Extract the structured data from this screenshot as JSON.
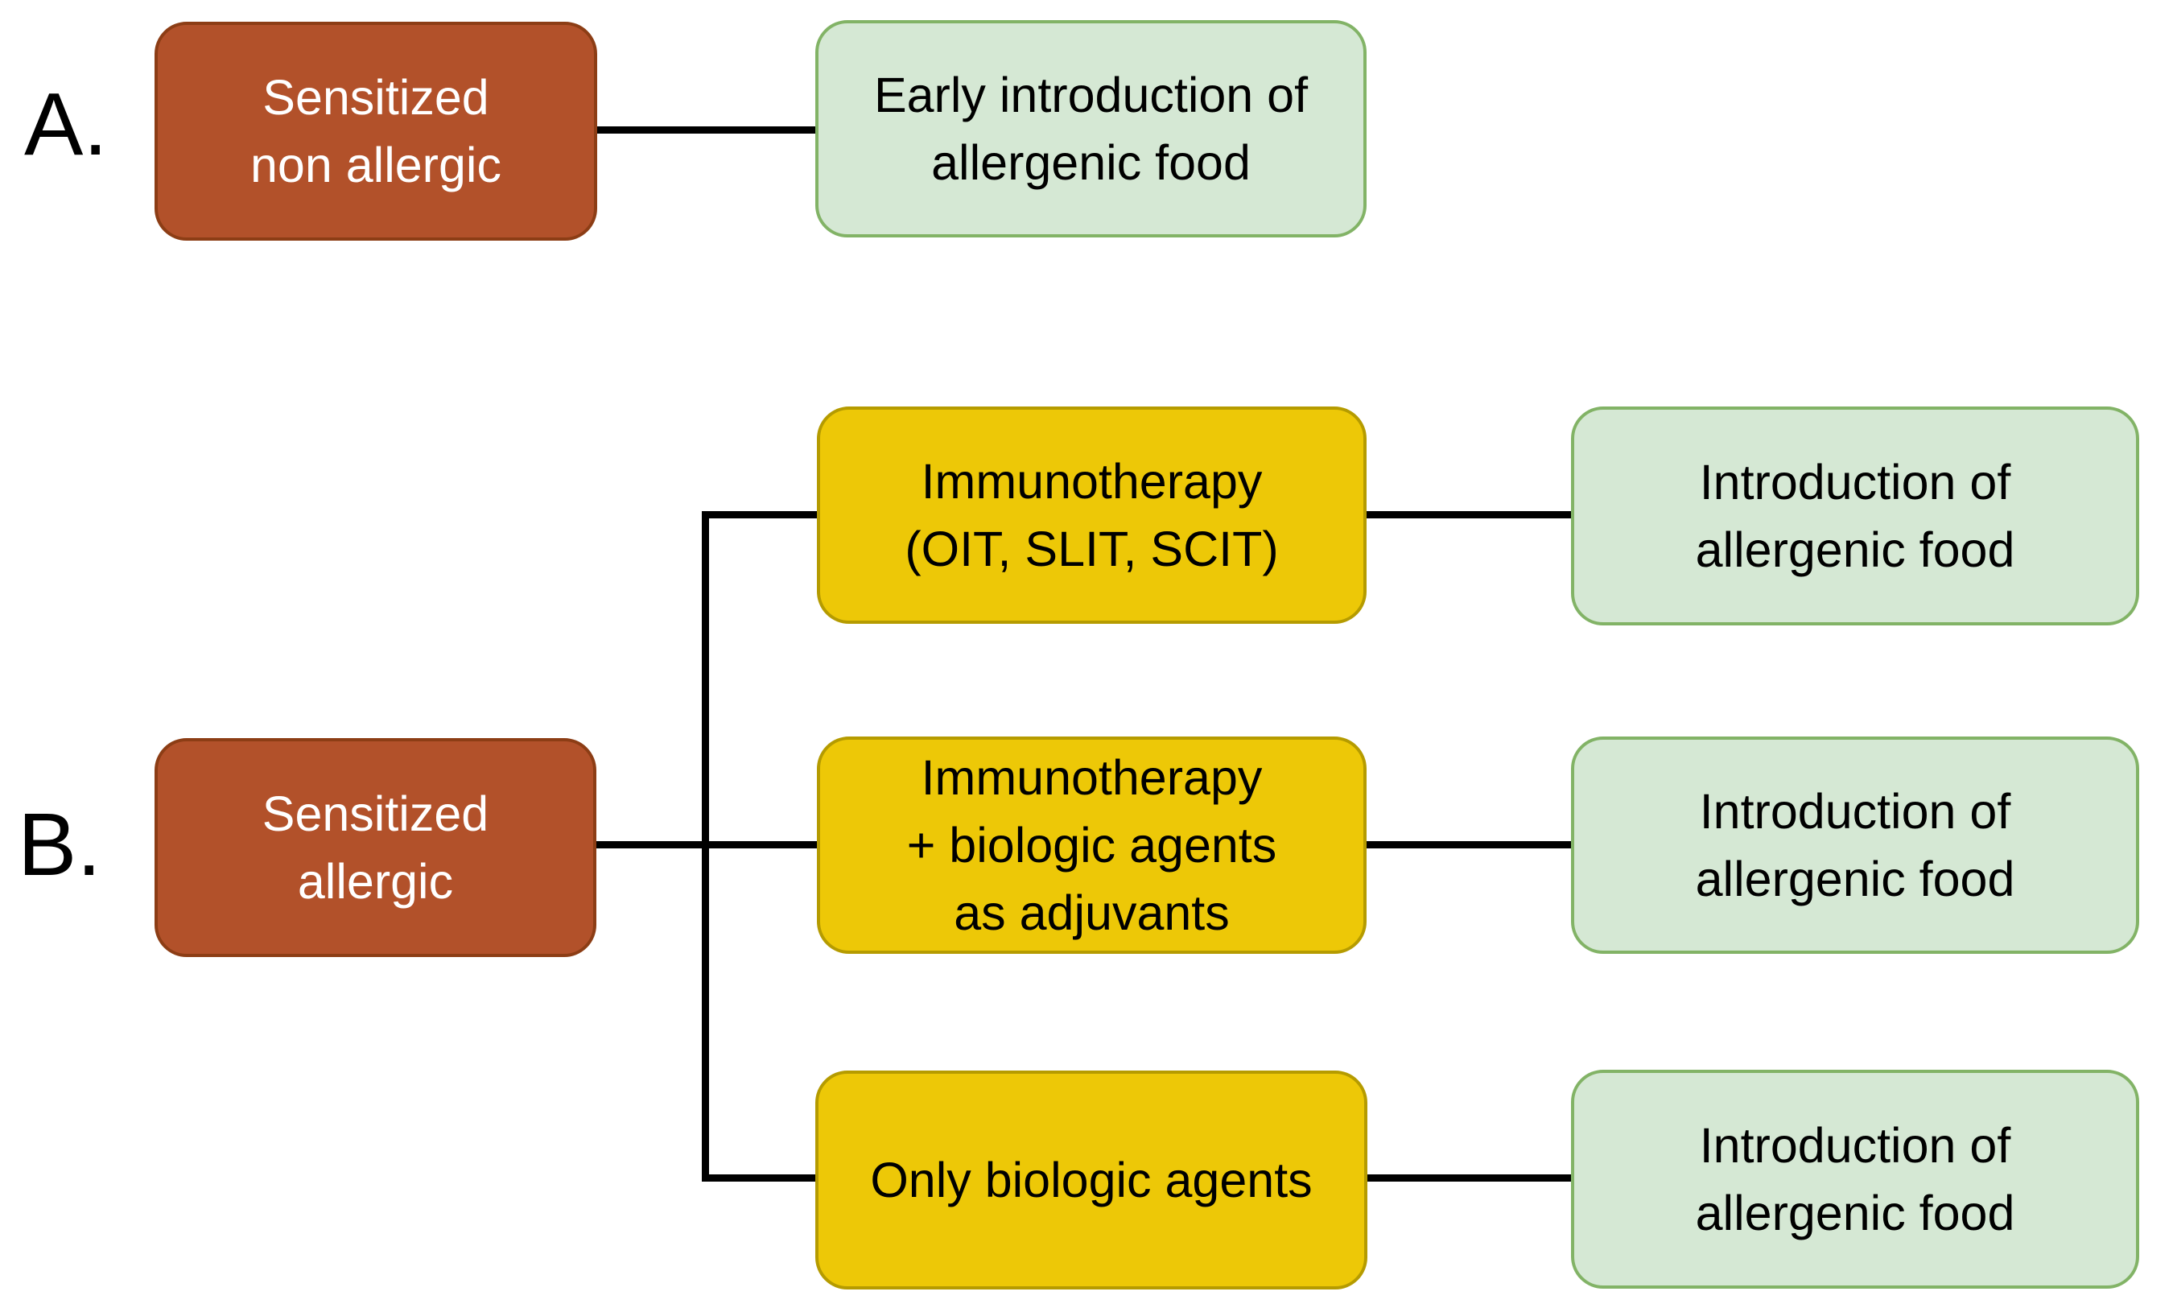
{
  "sections": {
    "a": {
      "label": "A."
    },
    "b": {
      "label": "B."
    }
  },
  "nodes": {
    "brown_a": {
      "text": "Sensitized\nnon allergic"
    },
    "green_a": {
      "text": "Early introduction of\nallergenic food"
    },
    "brown_b": {
      "text": "Sensitized\nallergic"
    },
    "yellow_1": {
      "text": "Immunotherapy\n(OIT, SLIT, SCIT)"
    },
    "yellow_2": {
      "text": "Immunotherapy\n+ biologic agents\nas adjuvants"
    },
    "yellow_3": {
      "text": "Only biologic agents"
    },
    "green_b1": {
      "text": "Introduction of\nallergenic food"
    },
    "green_b2": {
      "text": "Introduction of\nallergenic food"
    },
    "green_b3": {
      "text": "Introduction of\nallergenic food"
    }
  },
  "colors": {
    "background": "#FFFFFF",
    "brown_fill": "#B2512A",
    "brown_border": "#8C3D15",
    "brown_text": "#FFFFFF",
    "yellow_fill": "#EDC807",
    "yellow_border": "#B59B00",
    "green_fill": "#D5E8D4",
    "green_border": "#82B366",
    "connector": "#000000",
    "label_text": "#000000"
  }
}
